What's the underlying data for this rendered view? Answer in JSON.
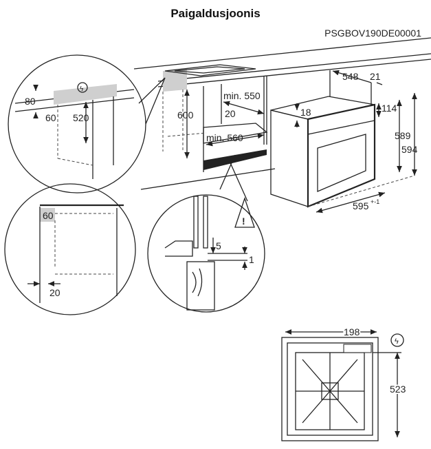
{
  "title": "Paigaldusjoonis",
  "model_code": "PSGBOV190DE00001",
  "dimensions": {
    "detail_top": {
      "d80": "80",
      "d60": "60",
      "d520": "520"
    },
    "cabinet": {
      "d600": "600",
      "min550": "min. 550",
      "d20": "20",
      "min560": "min. 560"
    },
    "oven": {
      "d548": "548",
      "d21": "21",
      "d18": "18",
      "d114": "114",
      "d589": "589",
      "d594": "594",
      "d595": "595",
      "d595_tol": "+-1"
    },
    "detail_side": {
      "d60": "60",
      "d20": "20"
    },
    "detail_floor": {
      "d5": "5",
      "d1": "1"
    },
    "rear": {
      "d198": "198",
      "d523": "523"
    }
  },
  "icons": [
    "electrical-hazard-icon",
    "warning-triangle-icon"
  ]
}
